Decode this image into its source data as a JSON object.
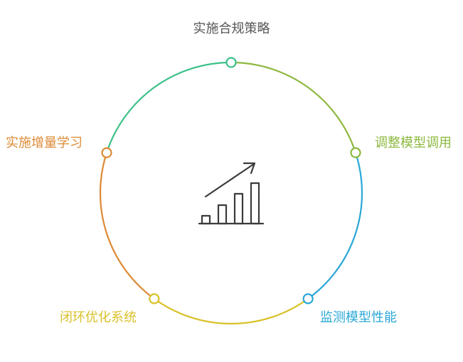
{
  "stages": [
    {
      "label": "实施合规策略",
      "color": "#555555"
    },
    {
      "label": "调整模型调用",
      "color": "#8cb83e"
    },
    {
      "label": "监测模型性能",
      "color": "#2aa7d6"
    },
    {
      "label": "闭环优化系统",
      "color": "#d9c128"
    },
    {
      "label": "实施增量学习",
      "color": "#dd8a35"
    }
  ],
  "segment_colors": [
    "#8cb83e",
    "#2aa7d6",
    "#d9c128",
    "#dd8a35",
    "#3cc088"
  ],
  "node_colors": [
    "#3cc088",
    "#8cb83e",
    "#2aa7d6",
    "#d9c128",
    "#dd8a35"
  ],
  "center_icon": "bar-chart-growth-icon"
}
